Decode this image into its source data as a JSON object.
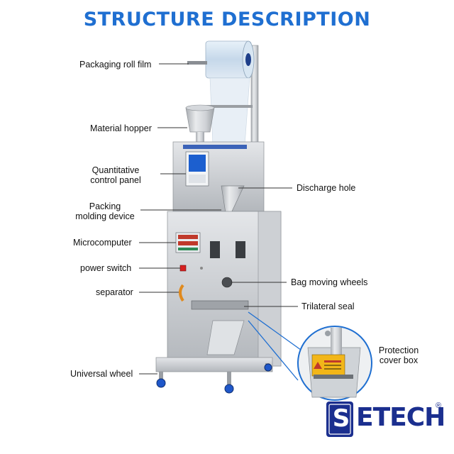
{
  "title": "STRUCTURE DESCRIPTION",
  "labels": {
    "packaging_roll_film": "Packaging roll film",
    "material_hopper": "Material hopper",
    "quantitative_line1": "Quantitative",
    "quantitative_line2": "control panel",
    "packing_line1": "Packing",
    "packing_line2": "molding device",
    "microcomputer": "Microcomputer",
    "power_switch": "power switch",
    "separator": "separator",
    "universal_wheel": "Universal wheel",
    "discharge_hole": "Discharge hole",
    "bag_moving_wheels": "Bag moving wheels",
    "trilateral_seal": "Trilateral seal",
    "protection_line1": "Protection",
    "protection_line2": "cover box"
  },
  "brand": {
    "name": "ETECH",
    "initial": "S",
    "reg": "®"
  },
  "colors": {
    "title": "#1f6fd1",
    "brand": "#1b2f8f",
    "steel": "#c9ccd0",
    "leader": "#333333"
  }
}
